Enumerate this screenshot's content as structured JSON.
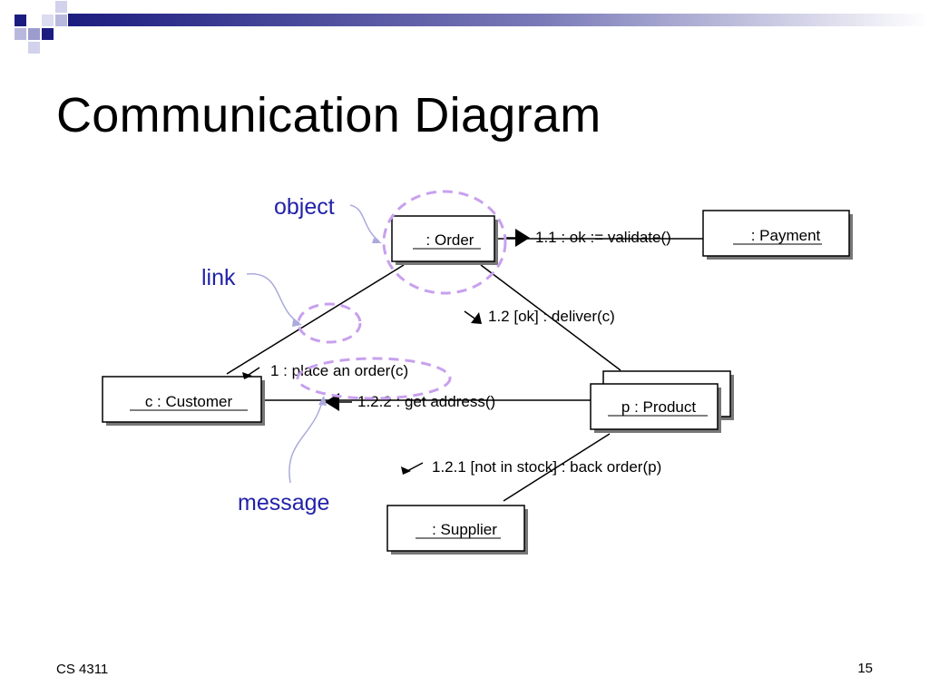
{
  "slide": {
    "title": "Communication Diagram",
    "footer_left": "CS 4311",
    "page_number": "15"
  },
  "colors": {
    "accent": "#2222aa",
    "callout": "#aaaadd",
    "highlight": "#c8a0ee",
    "header_square_dark": "#1c1c80",
    "header_square_light": "#9c9cce"
  },
  "objects": {
    "order": ": Order",
    "payment": ": Payment",
    "customer": "c : Customer",
    "product": "p : Product",
    "supplier": ": Supplier"
  },
  "messages": {
    "m1": "1 : place an order(c)",
    "m1_1": "1.1 : ok := validate()",
    "m1_2": "1.2 [ok] : deliver(c)",
    "m1_2_1": "1.2.1 [not in stock] : back order(p)",
    "m1_2_2": "1.2.2 : get address()"
  },
  "callouts": {
    "object": "object",
    "link": "link",
    "message": "message"
  }
}
